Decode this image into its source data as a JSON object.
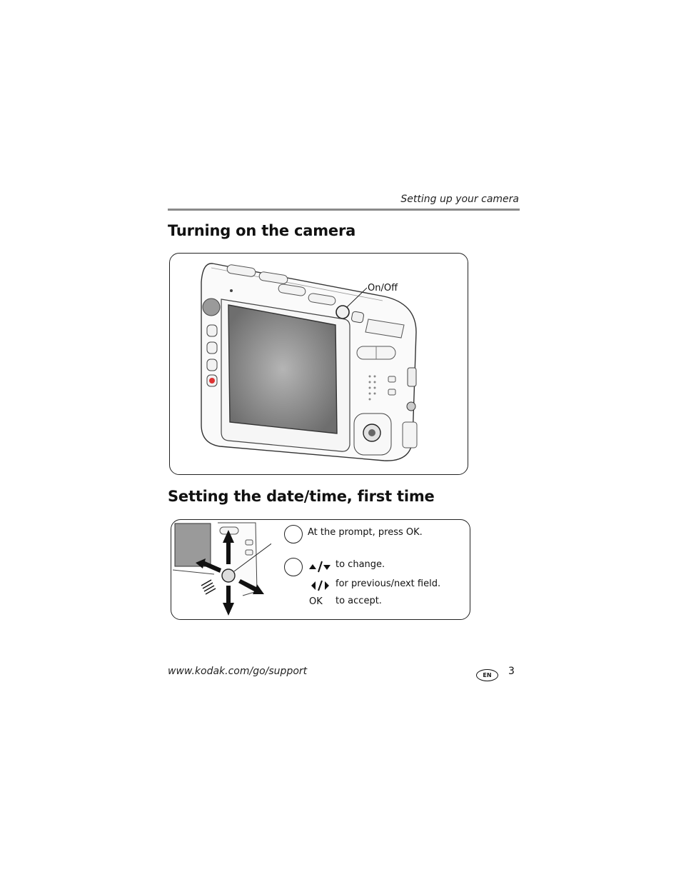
{
  "header": {
    "running_title": "Setting up your camera"
  },
  "section1": {
    "heading": "Turning on the camera",
    "callout": "On/Off"
  },
  "section2": {
    "heading": "Setting the date/time, first time",
    "step1": {
      "text": "At the prompt, press OK."
    },
    "step2": {
      "line1": "to change.",
      "line2": "for previous/next field.",
      "line3_key": "OK",
      "line3": "to accept."
    }
  },
  "footer": {
    "url": "www.kodak.com/go/support",
    "lang_badge": "EN",
    "page_number": "3"
  }
}
